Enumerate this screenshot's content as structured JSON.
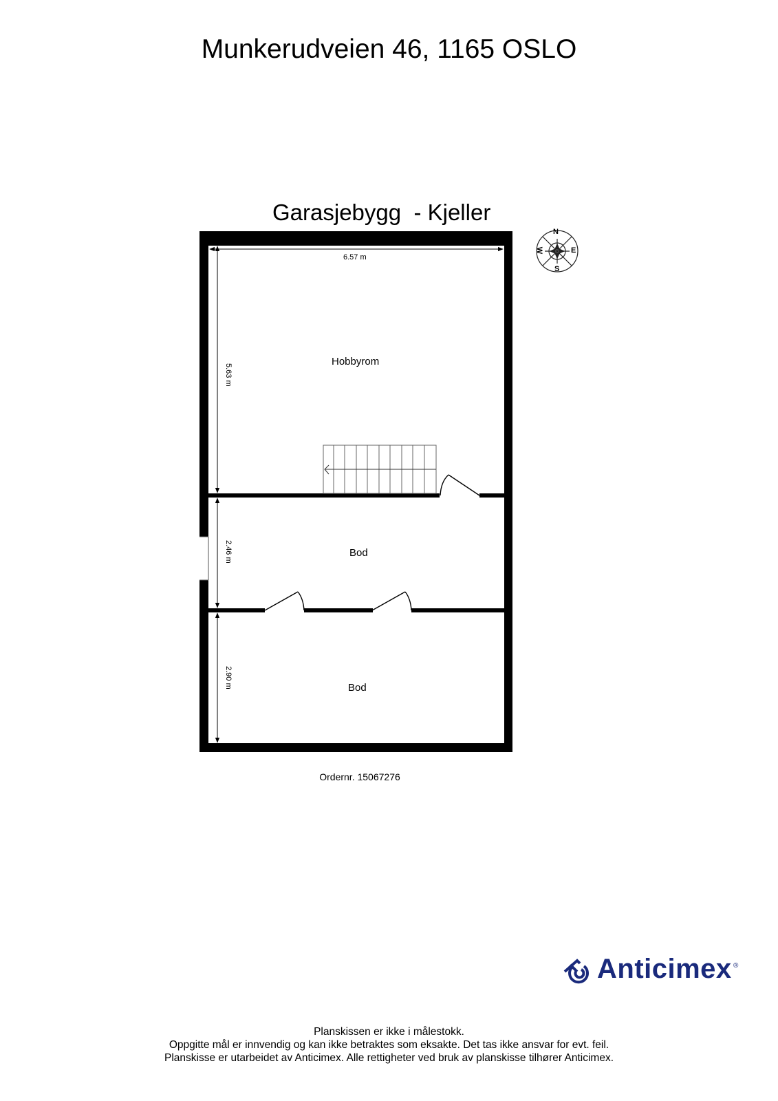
{
  "header": {
    "address": "Munkerudveien 46, 1165 OSLO",
    "floor_title": "Garasjebygg  - Kjeller"
  },
  "compass": {
    "icon": "compass-rose-icon",
    "labels": {
      "north": "N",
      "east": "E",
      "south": "S",
      "west": "W"
    }
  },
  "plan": {
    "dimensions": {
      "width_top": "6.57 m",
      "hobbyrom_height": "5.63 m",
      "bod1_height": "2.46 m",
      "bod2_height": "2.90 m"
    },
    "rooms": [
      {
        "name": "Hobbyrom"
      },
      {
        "name": "Bod"
      },
      {
        "name": "Bod"
      }
    ],
    "stair_steps": 10,
    "colors": {
      "wall": "#000000",
      "line": "#333333",
      "stair": "#666666"
    }
  },
  "order": {
    "label": "Ordernr. 15067276"
  },
  "brand": {
    "name": "Anticimex",
    "registered": "®",
    "color": "#1a2a7c",
    "icon": "anticimex-logo-icon"
  },
  "footer": {
    "line1": "Planskissen er ikke i målestokk.",
    "line2": "Oppgitte mål er innvendig og kan ikke betraktes som eksakte. Det tas ikke ansvar for evt. feil.",
    "line3": "Planskisse er utarbeidet av Anticimex. Alle rettigheter ved bruk av planskisse tilhører Anticimex."
  }
}
